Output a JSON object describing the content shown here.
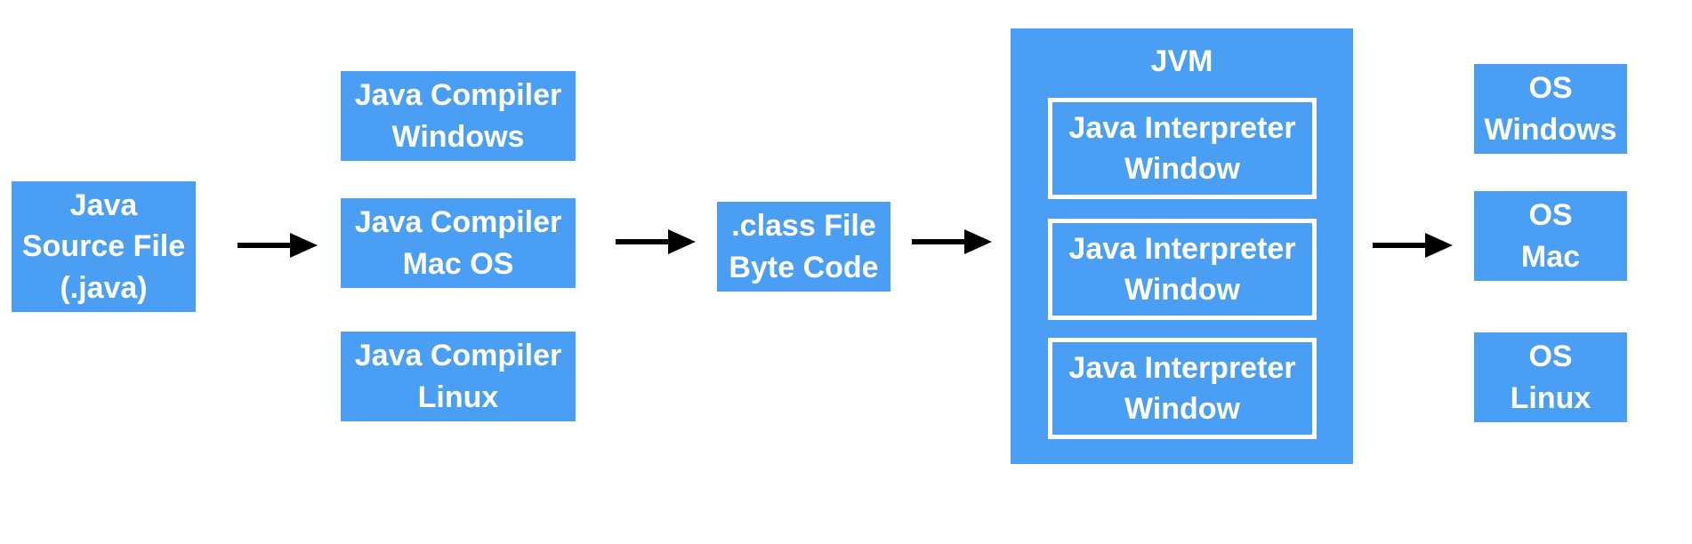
{
  "colors": {
    "box": "#4A9FF5",
    "text": "#ffffff",
    "arrow": "#000000"
  },
  "source": {
    "line1": "Java",
    "line2": "Source File",
    "line3": "(.java)"
  },
  "compilers": [
    {
      "line1": "Java Compiler",
      "line2": "Windows"
    },
    {
      "line1": "Java Compiler",
      "line2": "Mac OS"
    },
    {
      "line1": "Java Compiler",
      "line2": "Linux"
    }
  ],
  "bytecode": {
    "line1": ".class File",
    "line2": "Byte Code"
  },
  "jvm": {
    "title": "JVM",
    "interpreters": [
      {
        "line1": "Java Interpreter",
        "line2": "Window"
      },
      {
        "line1": "Java Interpreter",
        "line2": "Window"
      },
      {
        "line1": "Java Interpreter",
        "line2": "Window"
      }
    ]
  },
  "os": [
    {
      "line1": "OS",
      "line2": "Windows"
    },
    {
      "line1": "OS",
      "line2": "Mac"
    },
    {
      "line1": "OS",
      "line2": "Linux"
    }
  ]
}
